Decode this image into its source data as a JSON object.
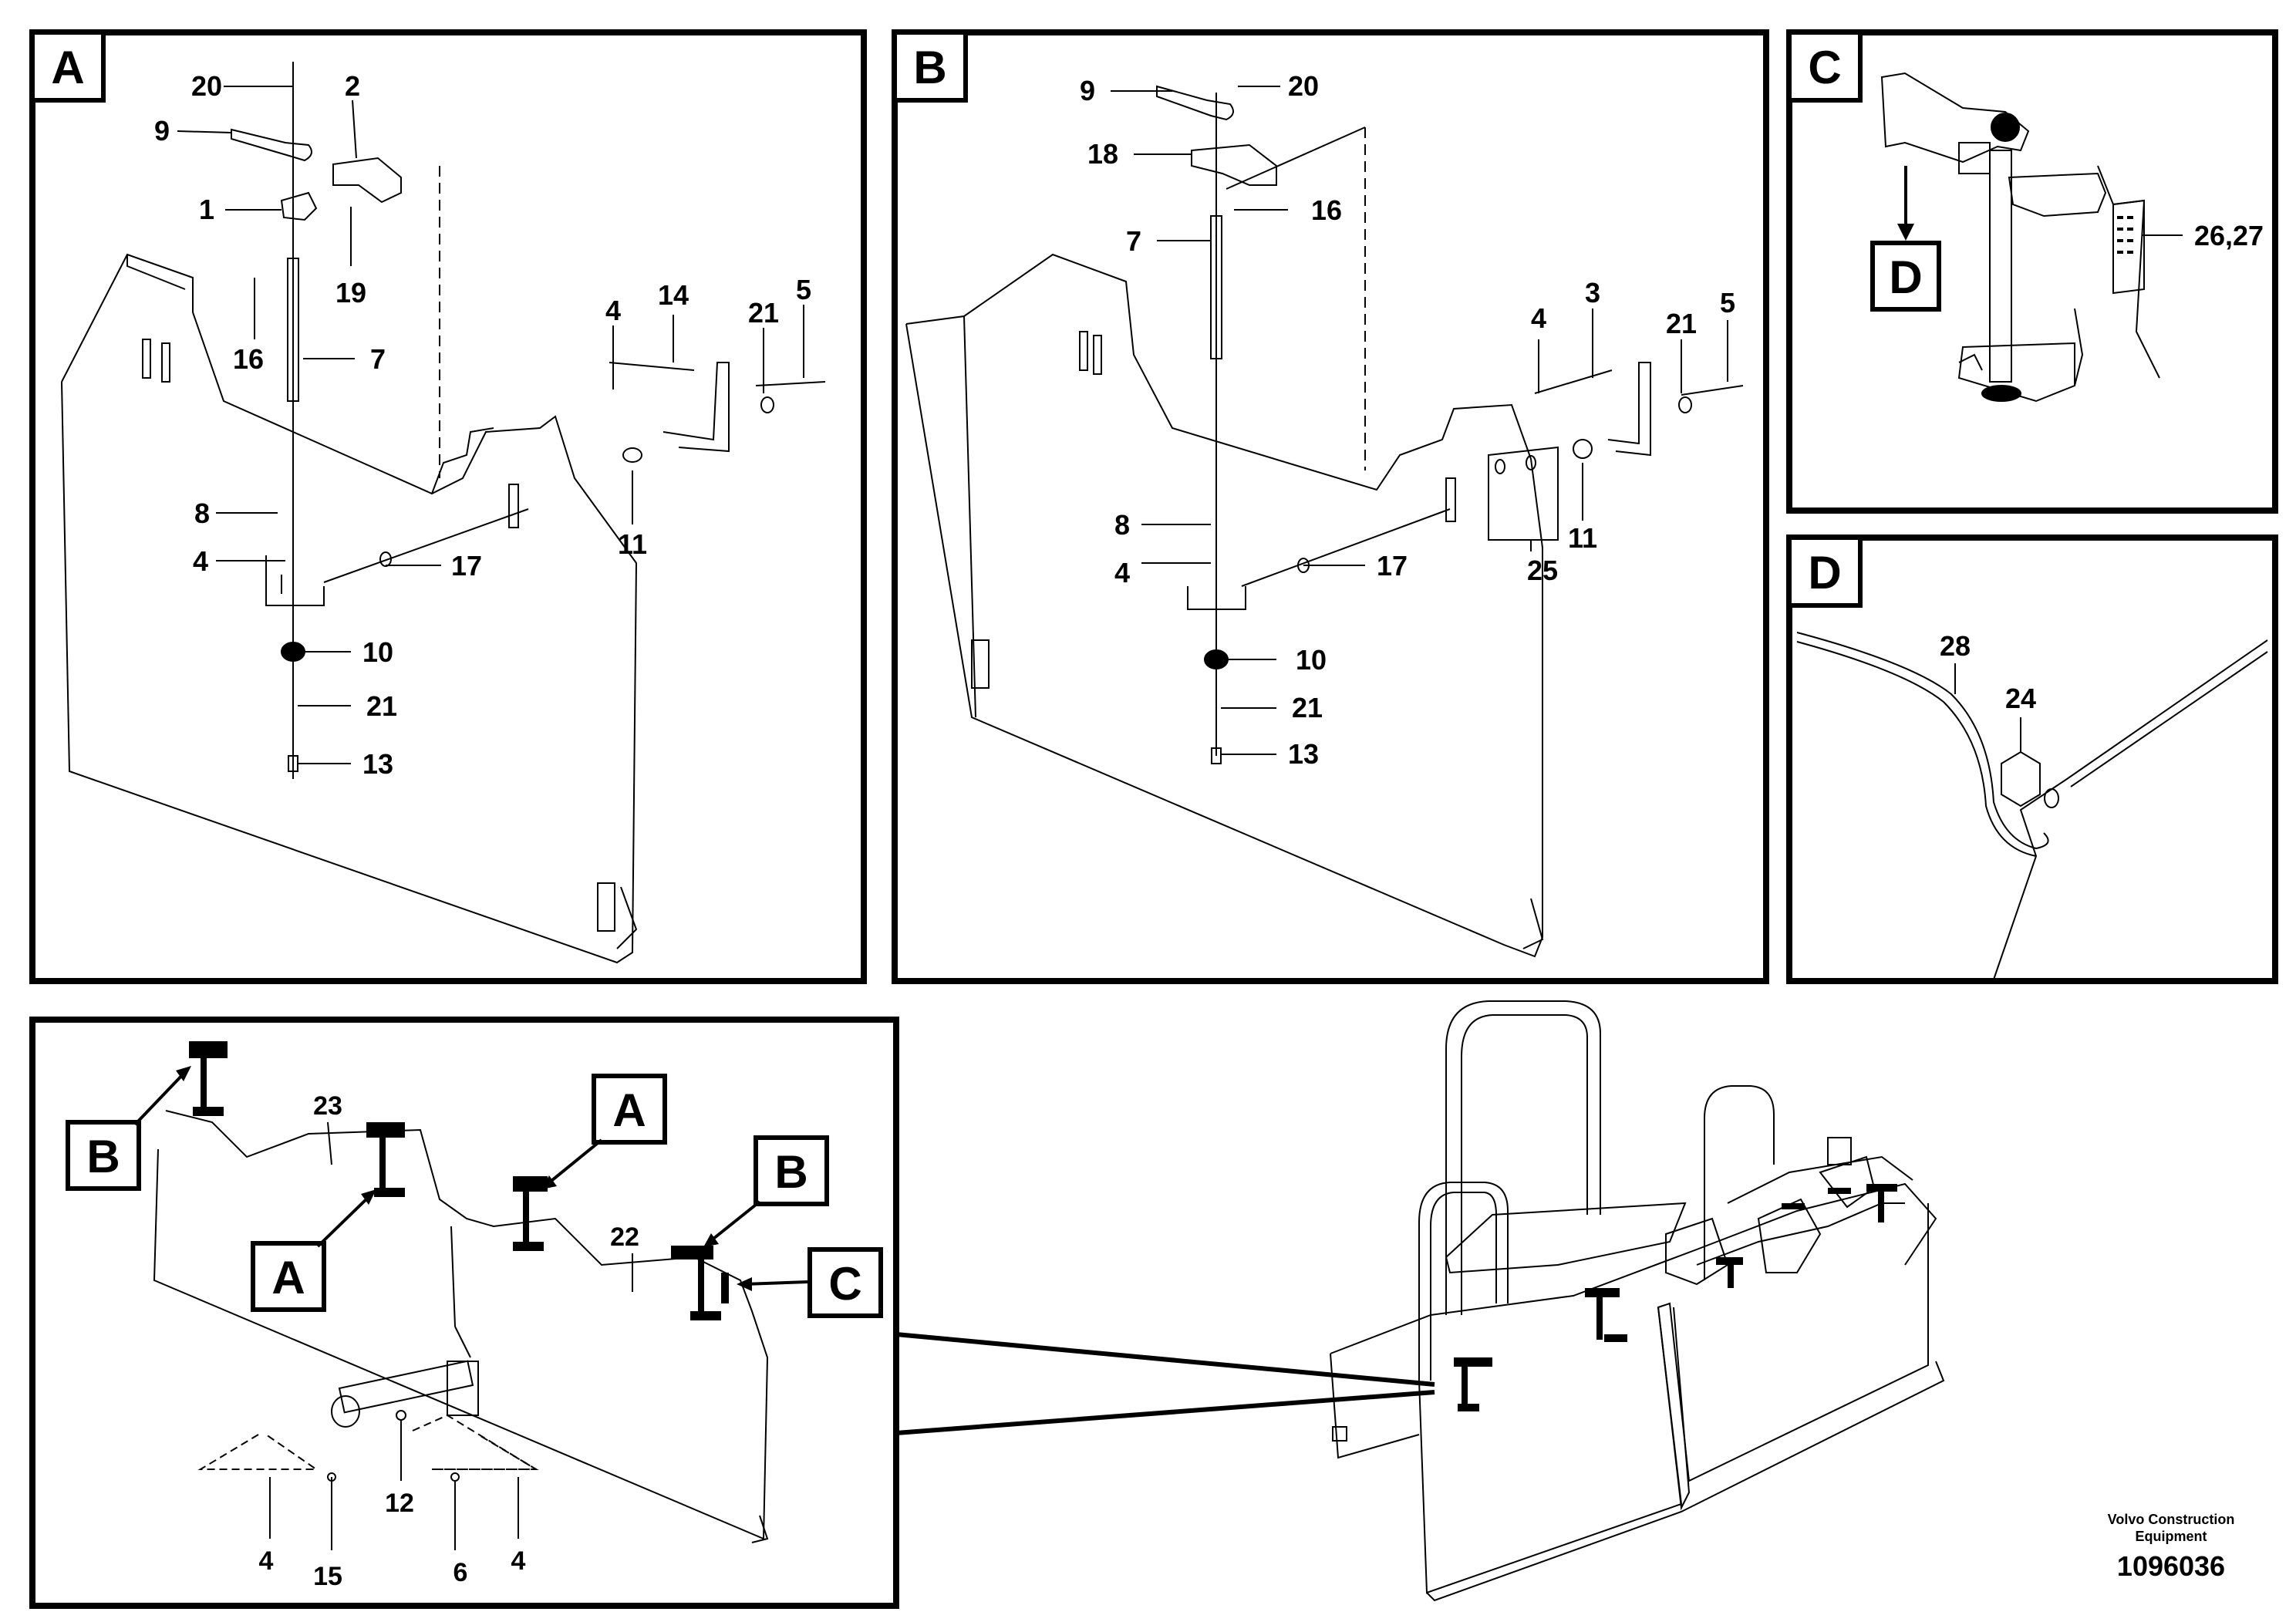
{
  "panels": {
    "A": {
      "letter": "A",
      "labels": [
        "20",
        "2",
        "9",
        "1",
        "19",
        "16",
        "7",
        "4",
        "14",
        "21",
        "5",
        "8",
        "4",
        "17",
        "11",
        "10",
        "21",
        "13"
      ]
    },
    "B": {
      "letter": "B",
      "labels": [
        "9",
        "20",
        "18",
        "16",
        "7",
        "4",
        "3",
        "21",
        "5",
        "8",
        "4",
        "17",
        "11",
        "25",
        "10",
        "21",
        "13"
      ]
    },
    "C": {
      "letter": "C",
      "inner": "D",
      "labels": [
        "26,27"
      ]
    },
    "D": {
      "letter": "D",
      "labels": [
        "28",
        "24"
      ]
    },
    "overview": {
      "callouts": [
        "B",
        "A",
        "A",
        "B",
        "C"
      ],
      "labels": [
        "23",
        "22",
        "12",
        "4",
        "15",
        "6",
        "4"
      ]
    }
  },
  "footer": {
    "company_line1": "Volvo Construction",
    "company_line2": "Equipment",
    "drawing_number": "1096036"
  }
}
